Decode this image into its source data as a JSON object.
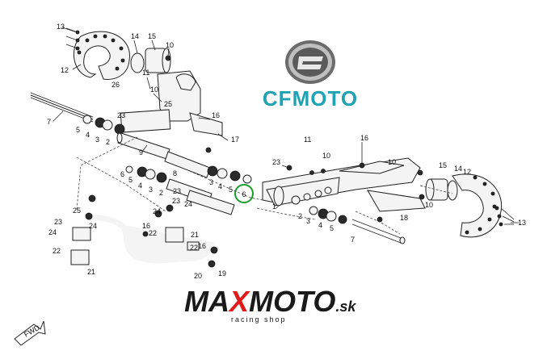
{
  "brand": {
    "cfmoto_text": "CFMOTO",
    "maxmoto_max": "MA",
    "maxmoto_x": "X",
    "maxmoto_moto": "MOTO",
    "maxmoto_sk": ".sk",
    "maxmoto_tagline": "racing shop",
    "fwd_label": "FWD"
  },
  "callouts": {
    "c13a": "13",
    "c14a": "14",
    "c15a": "15",
    "c10a": "10",
    "c11a": "11",
    "c26": "26",
    "c10b": "10",
    "c12a": "12",
    "c25a": "25",
    "c23a": "23",
    "c7a": "7",
    "c5a": "5",
    "c4a": "4",
    "c3a": "3",
    "c2a": "2",
    "c16a": "16",
    "c17": "17",
    "c9": "9",
    "c6a": "6",
    "c5b": "5",
    "c4b": "4",
    "c3b": "3",
    "c2b": "2",
    "c8": "8",
    "c3c": "3",
    "c4c": "4",
    "c5c": "5",
    "c6b": "6",
    "c23b": "23",
    "c24a": "24",
    "c23c": "23",
    "c24b": "24",
    "c25b": "25",
    "c24c": "24",
    "c23d": "23",
    "c22a": "22",
    "c24d": "24",
    "c16b": "16",
    "c22b": "22",
    "c21a": "21",
    "c22c": "22",
    "c21b": "21",
    "c20": "20",
    "c16c": "16",
    "c19": "19",
    "c23e": "23",
    "c11b": "11",
    "c10c": "10",
    "c1": "1",
    "c16d": "16",
    "c10d": "10",
    "c15b": "15",
    "c14b": "14",
    "c12b": "12",
    "c13b": "13",
    "c2c": "2",
    "c3d": "3",
    "c4d": "4",
    "c5d": "5",
    "c7b": "7",
    "c18": "18",
    "c10e": "10"
  },
  "highlight": {
    "label": "6",
    "color": "#1a9e2e"
  },
  "colors": {
    "cfmoto_teal": "#1fa3b3",
    "maxmoto_red": "#e01b1b"
  }
}
